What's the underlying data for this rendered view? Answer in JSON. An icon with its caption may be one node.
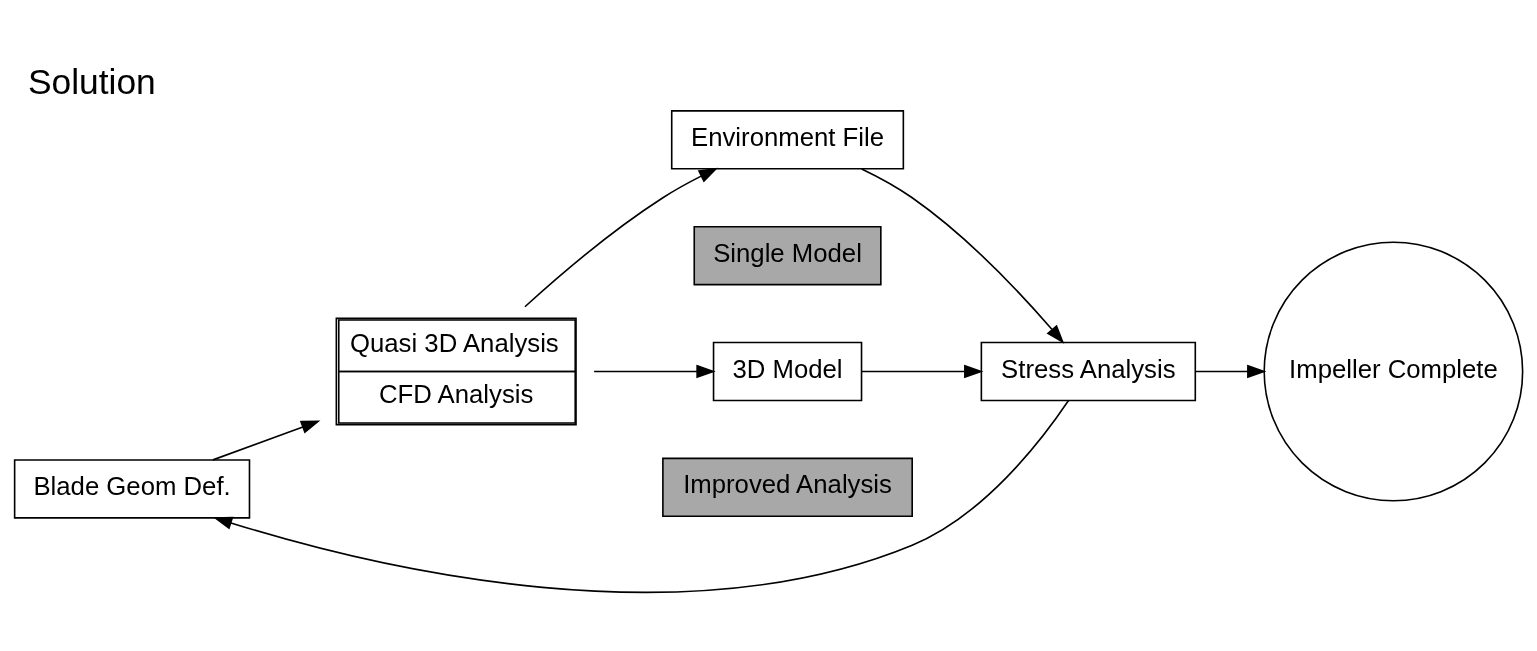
{
  "diagram": {
    "title": "Solution",
    "nodes": [
      {
        "text": [
          "Blade Geom Def."
        ]
      },
      {
        "text": [
          "Quasi 3D Analysis",
          "CFD Analysis"
        ]
      },
      {
        "text": [
          "3D Model"
        ]
      },
      {
        "text": [
          "Stress Analysis"
        ]
      },
      {
        "text": [
          "Impeller Complete"
        ]
      },
      {
        "text": [
          "Environment File"
        ]
      },
      {
        "text": [
          "Single Model"
        ]
      },
      {
        "text": [
          "Improved Analysis"
        ]
      }
    ],
    "edges": [
      {
        "from": 0,
        "to": 1,
        "arrow": "to"
      },
      {
        "from": 1,
        "to": 2,
        "arrow": "to"
      },
      {
        "from": 2,
        "to": 3,
        "arrow": "to"
      },
      {
        "from": 3,
        "to": 4,
        "arrow": "to"
      },
      {
        "from": 3,
        "to": 0,
        "arrow": "to"
      },
      {
        "from": 1,
        "to": 5,
        "arrow": "to"
      },
      {
        "from": 5,
        "to": 3,
        "arrow": "to"
      }
    ]
  }
}
